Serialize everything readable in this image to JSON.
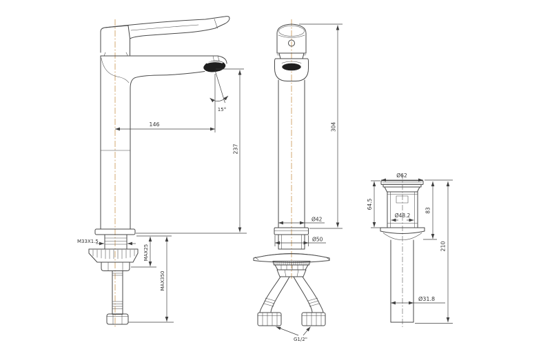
{
  "drawing": {
    "colors": {
      "line": "#474747",
      "dimension": "#3f3f3f",
      "centerline_accent": "#cf9f62",
      "centerline_gray": "#6f6f6f",
      "text": "#333333",
      "dark_fill": "#1f1f1f",
      "background": "#ffffff"
    },
    "side_view": {
      "dims": {
        "spout_reach": "146",
        "spout_height": "237",
        "spray_angle": "15°",
        "body_thread": "M33X1.5",
        "max_deck_thickness": "MAX25",
        "max_reach_below": "MAX350"
      }
    },
    "front_view": {
      "dims": {
        "overall_height": "304",
        "body_diameter": "Ø42",
        "base_diameter": "Ø50",
        "hose_connector": "G1/2\""
      }
    },
    "drain_view": {
      "dims": {
        "flange_diameter": "Ø62",
        "upper_body_height": "64.5",
        "inner_diameter": "Ø48.2",
        "body_height": "83",
        "overall_height": "210",
        "tailpipe_diameter": "Ø31.8"
      }
    }
  }
}
